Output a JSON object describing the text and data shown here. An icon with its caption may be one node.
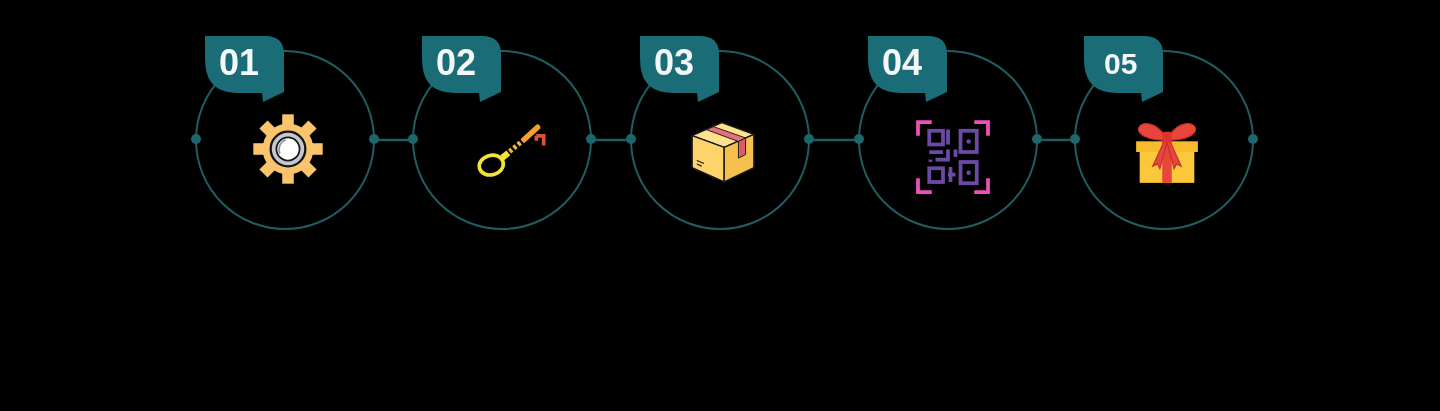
{
  "diagram": {
    "nodes": [
      {
        "text": [
          "01"
        ]
      },
      {
        "text": [
          "02"
        ]
      },
      {
        "text": [
          "03"
        ]
      },
      {
        "text": [
          "04"
        ]
      },
      {
        "text": [
          "05"
        ]
      }
    ],
    "edges": [
      {
        "from": 0,
        "to": 1,
        "arrow": "none"
      },
      {
        "from": 1,
        "to": 2,
        "arrow": "none"
      },
      {
        "from": 2,
        "to": 3,
        "arrow": "none"
      },
      {
        "from": 3,
        "to": 4,
        "arrow": "none"
      }
    ]
  }
}
